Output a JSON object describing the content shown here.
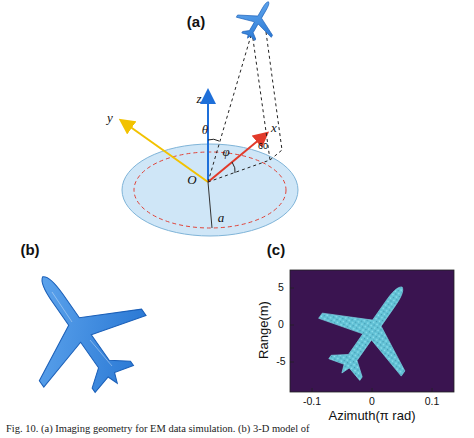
{
  "diagram": {
    "caption": "Fig. 10. (a) Imaging geometry for EM data simulation. (b) 3-D model of",
    "labels": [
      "(a)",
      "z",
      "y",
      "O",
      "θ",
      "φ",
      "60",
      "x",
      "a",
      "(b)",
      "(c)",
      "5",
      "0",
      "-5",
      "-0.1",
      "0",
      "0.1",
      "Range(m)",
      "Azimuth(π rad)"
    ]
  }
}
